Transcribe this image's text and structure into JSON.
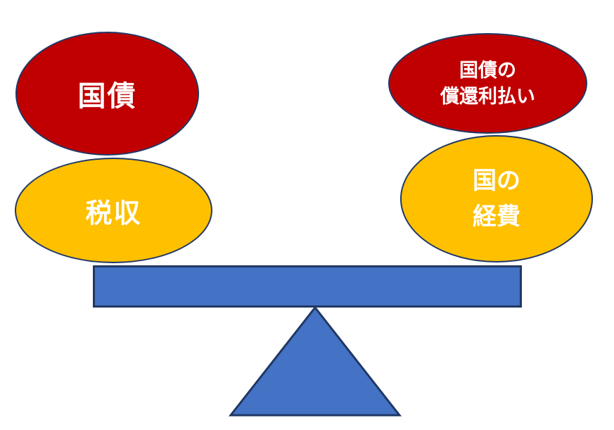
{
  "colors": {
    "red_fill": "#C00000",
    "gold_fill": "#FFC000",
    "blue_fill": "#4472C4",
    "outline": "#203864",
    "label_text": "#FFFFFF",
    "background": "#FFFFFF"
  },
  "balance": {
    "left_stack": {
      "top": {
        "label": "国債"
      },
      "bottom": {
        "label": "税収"
      }
    },
    "right_stack": {
      "top": {
        "label": "国債の\n償還利払い"
      },
      "bottom": {
        "label": "国の\n経費"
      }
    }
  }
}
